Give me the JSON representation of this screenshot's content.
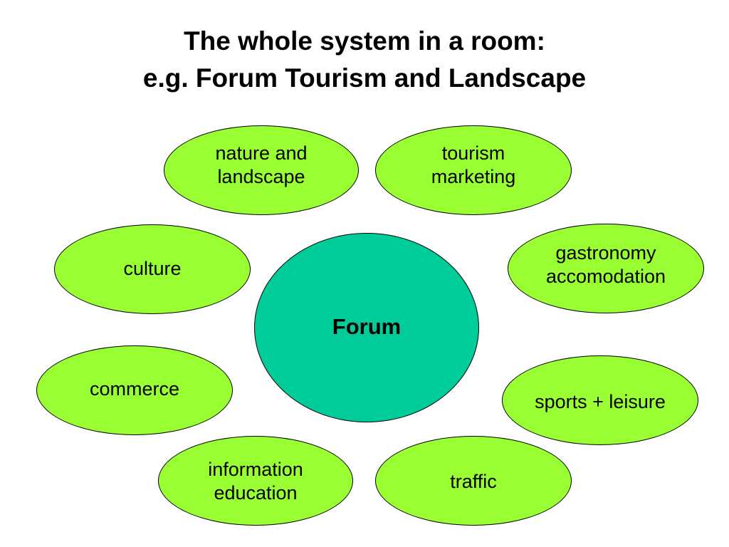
{
  "title": {
    "line1": "The whole system in a room:",
    "line2": "e.g. Forum Tourism and Landscape"
  },
  "colors": {
    "satellite_fill": "#99ff33",
    "center_fill": "#00cc99",
    "outline": "#000000"
  },
  "center": {
    "label": "Forum"
  },
  "nodes": {
    "nature": [
      "nature and",
      "landscape"
    ],
    "tourism": [
      "tourism",
      "marketing"
    ],
    "culture": [
      "culture"
    ],
    "gastronomy": [
      "gastronomy",
      "accomodation"
    ],
    "commerce": [
      "commerce"
    ],
    "sports": [
      "sports + leisure"
    ],
    "information": [
      "information",
      "education"
    ],
    "traffic": [
      "traffic"
    ]
  }
}
